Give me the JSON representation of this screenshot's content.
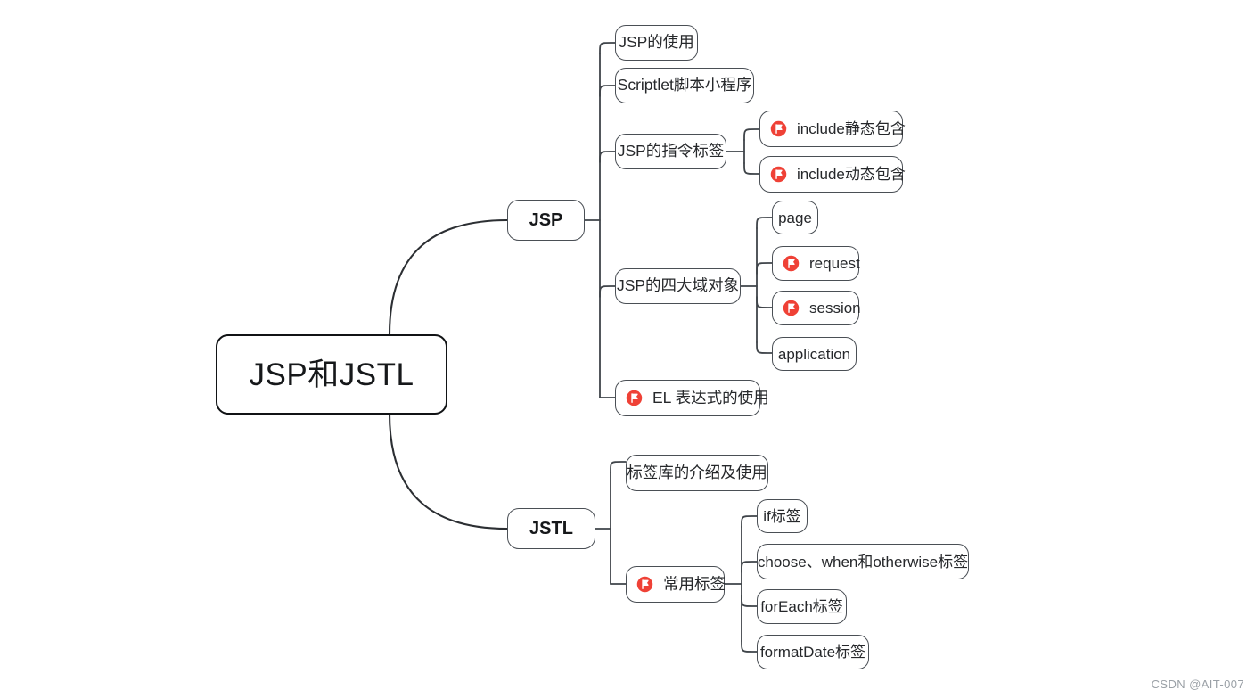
{
  "diagram": {
    "type": "mindmap",
    "title": "JSP和JSTL",
    "icon_name": "red-flag-icon",
    "colors": {
      "node_border": "#4a4f55",
      "root_border": "#111315",
      "text": "#26282b",
      "icon_red": "#ef4136",
      "connector": "#3f4449",
      "background": "#ffffff",
      "watermark": "#9aa0a6"
    },
    "root": {
      "label": "JSP和JSTL"
    },
    "branches": [
      {
        "label": "JSP",
        "children": [
          {
            "label": "JSP的使用",
            "icon": false,
            "children": []
          },
          {
            "label": "Scriptlet脚本小程序",
            "icon": false,
            "children": []
          },
          {
            "label": "JSP的指令标签",
            "icon": false,
            "children": [
              {
                "label": "include静态包含",
                "icon": true
              },
              {
                "label": "include动态包含",
                "icon": true
              }
            ]
          },
          {
            "label": "JSP的四大域对象",
            "icon": false,
            "children": [
              {
                "label": "page",
                "icon": false
              },
              {
                "label": "request",
                "icon": true
              },
              {
                "label": "session",
                "icon": true
              },
              {
                "label": "application",
                "icon": false
              }
            ]
          },
          {
            "label": "EL 表达式的使用",
            "icon": true,
            "children": []
          }
        ]
      },
      {
        "label": "JSTL",
        "children": [
          {
            "label": "标签库的介绍及使用",
            "icon": false,
            "children": []
          },
          {
            "label": "常用标签",
            "icon": true,
            "children": [
              {
                "label": "if标签",
                "icon": false
              },
              {
                "label": "choose、when和otherwise标签",
                "icon": false
              },
              {
                "label": "forEach标签",
                "icon": false
              },
              {
                "label": "formatDate标签",
                "icon": false
              }
            ]
          }
        ]
      }
    ]
  },
  "watermark": {
    "text": "CSDN @AIT-007"
  }
}
